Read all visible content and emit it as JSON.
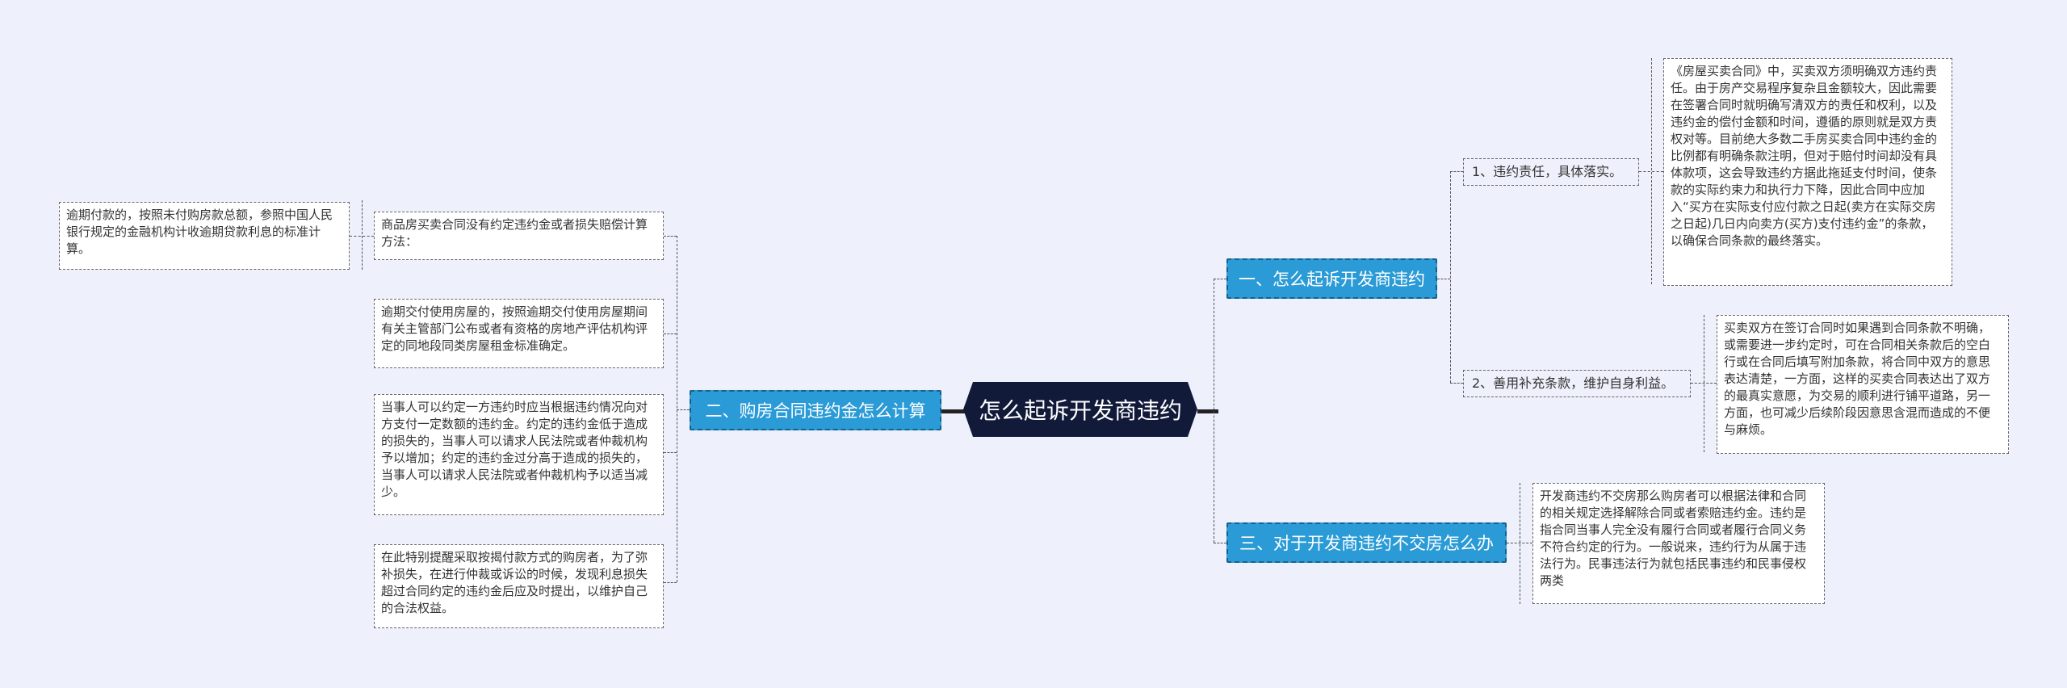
{
  "root": {
    "label": "怎么起诉开发商违约"
  },
  "branches": {
    "b1": {
      "label": "一、怎么起诉开发商违约"
    },
    "b2": {
      "label": "二、购房合同违约金怎么计算"
    },
    "b3": {
      "label": "三、对于开发商违约不交房怎么办"
    }
  },
  "b1_children": {
    "c1": {
      "label": "1、违约责任，具体落实。",
      "detail": "《房屋买卖合同》中，买卖双方须明确双方违约责任。由于房产交易程序复杂且金额较大，因此需要在签署合同时就明确写清双方的责任和权利，以及违约金的偿付金额和时间，遵循的原则就是双方责权对等。目前绝大多数二手房买卖合同中违约金的比例都有明确条款注明，但对于赔付时间却没有具体款项，这会导致违约方据此拖延支付时间，使条款的实际约束力和执行力下降，因此合同中应加入“买方在实际支付应付款之日起(卖方在实际交房之日起)几日内向卖方(买方)支付违约金”的条款，以确保合同条款的最终落实。"
    },
    "c2": {
      "label": "2、善用补充条款，维护自身利益。",
      "detail": "买卖双方在签订合同时如果遇到合同条款不明确，或需要进一步约定时，可在合同相关条款后的空白行或在合同后填写附加条款，将合同中双方的意思表达清楚，一方面，这样的买卖合同表达出了双方的最真实意愿，为交易的顺利进行铺平道路，另一方面，也可减少后续阶段因意思含混而造成的不便与麻烦。"
    }
  },
  "b2_children": {
    "intro": "商品房买卖合同没有约定违约金或者损失赔偿计算方法：",
    "intro_detail": "逾期付款的，按照未付购房款总额，参照中国人民银行规定的金融机构计收逾期贷款利息的标准计算。",
    "p1": "逾期交付使用房屋的，按照逾期交付使用房屋期间有关主管部门公布或者有资格的房地产评估机构评定的同地段同类房屋租金标准确定。",
    "p2": "当事人可以约定一方违约时应当根据违约情况向对方支付一定数额的违约金。约定的违约金低于造成的损失的，当事人可以请求人民法院或者仲裁机构予以增加；约定的违约金过分高于造成的损失的，当事人可以请求人民法院或者仲裁机构予以适当减少。",
    "p3": "在此特别提醒采取按揭付款方式的购房者，为了弥补损失，在进行仲裁或诉讼的时候，发现利息损失超过合同约定的违约金后应及时提出，以维护自己的合法权益。"
  },
  "b3_children": {
    "d1": "开发商违约不交房那么购房者可以根据法律和合同的相关规定选择解除合同或者索赔违约金。违约是指合同当事人完全没有履行合同或者履行合同义务不符合约定的行为。一般说来，违约行为从属于违法行为。民事违法行为就包括民事违约和民事侵权两类"
  }
}
